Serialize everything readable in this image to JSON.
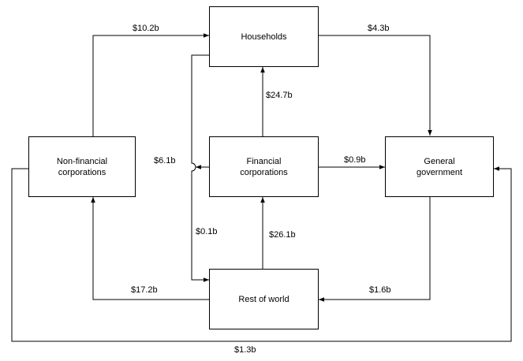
{
  "nodes": {
    "households": "Households",
    "financial": [
      "Financial",
      "corporations"
    ],
    "nonfinancial": [
      "Non-financial",
      "corporations"
    ],
    "government": [
      "General",
      "government"
    ],
    "rest_of_world": "Rest of world"
  },
  "flows": {
    "nonfin_to_households": "$10.2b",
    "households_to_government": "$4.3b",
    "financial_to_households": "$24.7b",
    "financial_to_nonfin": "$6.1b",
    "financial_to_government": "$0.9b",
    "households_to_rest": "$0.1b",
    "rest_to_financial": "$26.1b",
    "rest_to_nonfin": "$17.2b",
    "government_to_rest": "$1.6b",
    "nonfin_to_government": "$1.3b"
  }
}
